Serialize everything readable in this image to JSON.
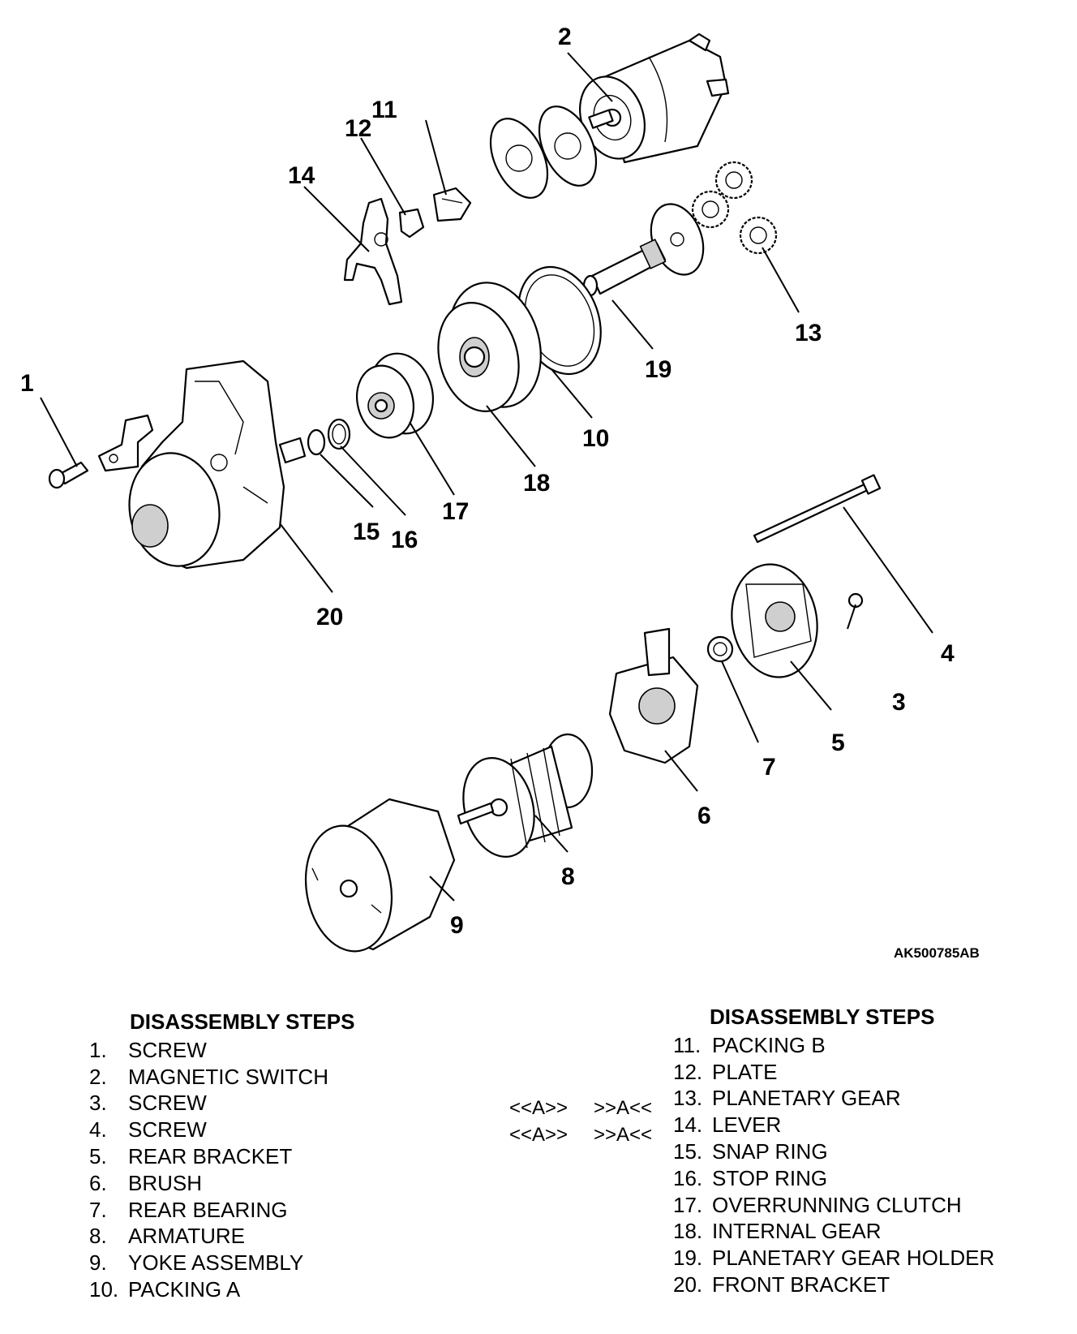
{
  "figure_id": "AK500785AB",
  "callouts": [
    "1",
    "2",
    "3",
    "4",
    "5",
    "6",
    "7",
    "8",
    "9",
    "10",
    "11",
    "12",
    "13",
    "14",
    "15",
    "16",
    "17",
    "18",
    "19",
    "20"
  ],
  "left_list": {
    "heading": "DISASSEMBLY STEPS",
    "items": [
      {
        "num": "1.",
        "name": "SCREW"
      },
      {
        "num": "2.",
        "name": "MAGNETIC SWITCH"
      },
      {
        "num": "3.",
        "name": "SCREW"
      },
      {
        "num": "4.",
        "name": "SCREW"
      },
      {
        "num": "5.",
        "name": "REAR BRACKET"
      },
      {
        "num": "6.",
        "name": "BRUSH"
      },
      {
        "num": "7.",
        "name": "REAR BEARING"
      },
      {
        "num": "8.",
        "name": "ARMATURE"
      },
      {
        "num": "9.",
        "name": "YOKE ASSEMBLY"
      },
      {
        "num": "10.",
        "name": "PACKING A"
      }
    ]
  },
  "right_list": {
    "heading": "DISASSEMBLY STEPS",
    "items": [
      {
        "num": "11.",
        "name": "PACKING B"
      },
      {
        "num": "12.",
        "name": "PLATE"
      },
      {
        "num": "13.",
        "name": "PLANETARY GEAR"
      },
      {
        "num": "14.",
        "name": "LEVER"
      },
      {
        "num": "15.",
        "name": "SNAP RING"
      },
      {
        "num": "16.",
        "name": "STOP RING"
      },
      {
        "num": "17.",
        "name": "OVERRUNNING CLUTCH"
      },
      {
        "num": "18.",
        "name": "INTERNAL GEAR"
      },
      {
        "num": "19.",
        "name": "PLANETARY GEAR HOLDER"
      },
      {
        "num": "20.",
        "name": "FRONT BRACKET"
      }
    ]
  },
  "service_marks": [
    {
      "removal": "<<A>>",
      "installation": ">>A<<"
    },
    {
      "removal": "<<A>>",
      "installation": ">>A<<"
    }
  ]
}
